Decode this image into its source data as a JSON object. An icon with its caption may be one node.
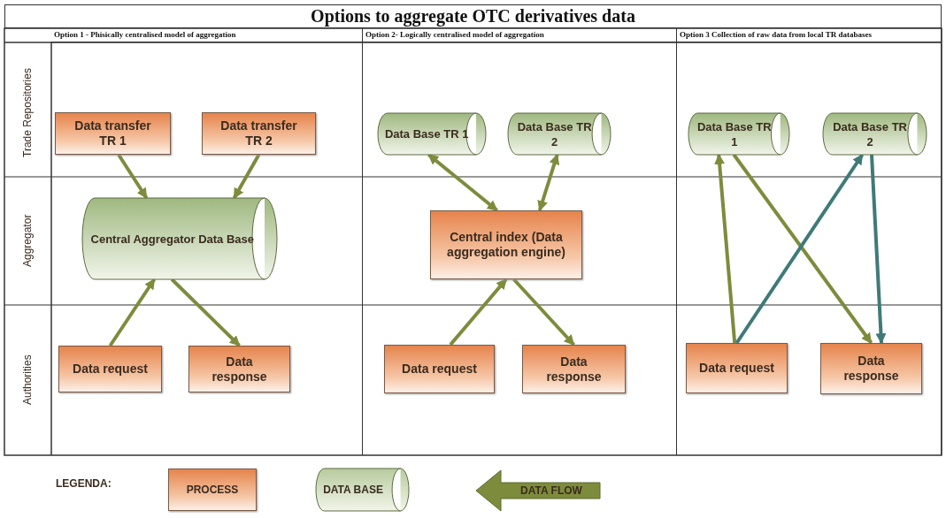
{
  "diagram": {
    "title": "Options to aggregate OTC derivatives data",
    "nodes": [
      {
        "text": [
          "Option 1 - Phisically centralised model of aggregation"
        ]
      },
      {
        "text": [
          "Data transfer TR 1"
        ],
        "in": 0
      },
      {
        "text": [
          "Data transfer TR 2"
        ],
        "in": 0
      },
      {
        "text": [
          "Central Aggregator Data Base"
        ],
        "in": 0
      },
      {
        "text": [
          "Data request"
        ],
        "in": 0
      },
      {
        "text": [
          "Data response"
        ],
        "in": 0
      },
      {
        "text": [
          "Option 2- Logically centralised model of aggregation"
        ]
      },
      {
        "text": [
          "Data Base TR 1"
        ],
        "in": 6
      },
      {
        "text": [
          "Data Base TR 2"
        ],
        "in": 6
      },
      {
        "text": [
          "Central index (Data aggregation engine)"
        ],
        "in": 6
      },
      {
        "text": [
          "Data request"
        ],
        "in": 6
      },
      {
        "text": [
          "Data response"
        ],
        "in": 6
      },
      {
        "text": [
          "Option 3 Collection of raw data from local TR databases"
        ]
      },
      {
        "text": [
          "Data Base TR 1"
        ],
        "in": 12
      },
      {
        "text": [
          "Data Base TR 2"
        ],
        "in": 12
      },
      {
        "text": [
          "Data request"
        ],
        "in": 12
      },
      {
        "text": [
          "Data response"
        ],
        "in": 12
      }
    ],
    "edges": [
      {
        "from": 1,
        "to": 3,
        "arrow": "to"
      },
      {
        "from": 2,
        "to": 3,
        "arrow": "to"
      },
      {
        "from": 4,
        "to": 3,
        "arrow": "to"
      },
      {
        "from": 3,
        "to": 5,
        "arrow": "to"
      },
      {
        "from": 7,
        "to": 9,
        "arrow": "both"
      },
      {
        "from": 8,
        "to": 9,
        "arrow": "both"
      },
      {
        "from": 10,
        "to": 9,
        "arrow": "to"
      },
      {
        "from": 9,
        "to": 11,
        "arrow": "to"
      },
      {
        "from": 15,
        "to": 13,
        "arrow": "to"
      },
      {
        "from": 13,
        "to": 16,
        "arrow": "to"
      },
      {
        "from": 15,
        "to": 14,
        "arrow": "to",
        "color": "#3f7a78"
      },
      {
        "from": 14,
        "to": 16,
        "arrow": "to",
        "color": "#3f7a78"
      }
    ],
    "labels": [
      "Trade Repositories",
      "Aggregator",
      "Authorities",
      "LEGENDA:"
    ],
    "legend": [
      {
        "text": "PROCESS"
      },
      {
        "text": "DATA BASE"
      },
      {
        "text": "DATA FLOW"
      }
    ]
  }
}
